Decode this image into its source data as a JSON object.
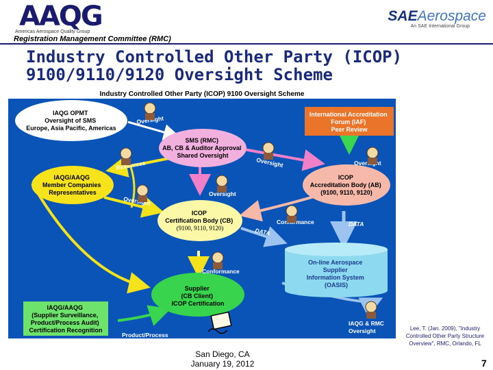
{
  "header": {
    "aaqg_logo": "AAQG",
    "aaqg_subtitle": "Americas Aerospace Quality Group",
    "committee": "Registration Management Committee (RMC)",
    "sae_logo_bold": "SAE",
    "sae_logo_light": "Aerospace",
    "sae_subtitle": "An SAE International Group"
  },
  "slide": {
    "title_line1": "Industry Controlled Other Party (ICOP)",
    "title_line2": "9100/9110/9120 Oversight Scheme"
  },
  "diagram": {
    "banner": "Industry Controlled Other Party (ICOP) 9100 Oversight Scheme",
    "nodes": {
      "iaqg_opmt": [
        "IAQG OPMT",
        "Oversight of SMS",
        "Europe, Asia Pacific, Americas"
      ],
      "iaf": [
        "International Accreditation",
        "Forum (IAF)",
        "Peer Review"
      ],
      "sms": [
        "SMS (RMC)",
        "AB, CB & Auditor Approval",
        "Shared Oversight"
      ],
      "member": [
        "IAQG/AAQG",
        "Member Companies",
        "Representatives"
      ],
      "ab": [
        "ICOP",
        "Accreditation Body (AB)",
        "(9100, 9110, 9120)"
      ],
      "cb": [
        "ICOP",
        "Certification Body (CB)",
        "(9100, 9110, 9120)"
      ],
      "oasis": [
        "On-line Aerospace",
        "Supplier",
        "Information System",
        "(OASIS)"
      ],
      "supplier": [
        "Supplier",
        "(CB Client)",
        "ICOP Certification"
      ],
      "recognition": [
        "IAQG/AAQG",
        "(Supplier Surveillance,",
        "Product/Process Audit)",
        "Certification Recognition"
      ]
    },
    "labels": {
      "oversight_1": "Oversight",
      "oversight_2": "Oversight",
      "oversight_3": "Oversight",
      "oversight_4": "Oversight",
      "oversight_5": "Oversight",
      "resources": "Resources",
      "conformance_1": "Conformance",
      "conformance_2": "Conformance",
      "data_1": "DATA",
      "data_2": "DATA",
      "product_process": "Product/Process",
      "iaqg_rmc_oversight": [
        "IAQG & RMC",
        "Oversight"
      ]
    },
    "colors": {
      "background": "#0b54b7",
      "opmt_fill": "#ffffff",
      "iaf_fill": "#e9742a",
      "sms_fill": "#f2b0de",
      "member_fill": "#f6e31c",
      "ab_fill": "#f6b8a8",
      "cb_fill": "#fbf8a8",
      "oasis_fill": "#8ddaf0",
      "supplier_fill": "#38d44e",
      "recognition_fill": "#6ee36b"
    }
  },
  "citation": "Lee, T. (Jan. 2009), \"Industry Controlled Other Party Structure Overview\", RMC, Orlando, FL",
  "footer": {
    "location": "San Diego, CA",
    "date": "January 19, 2012",
    "page_number": "7"
  }
}
